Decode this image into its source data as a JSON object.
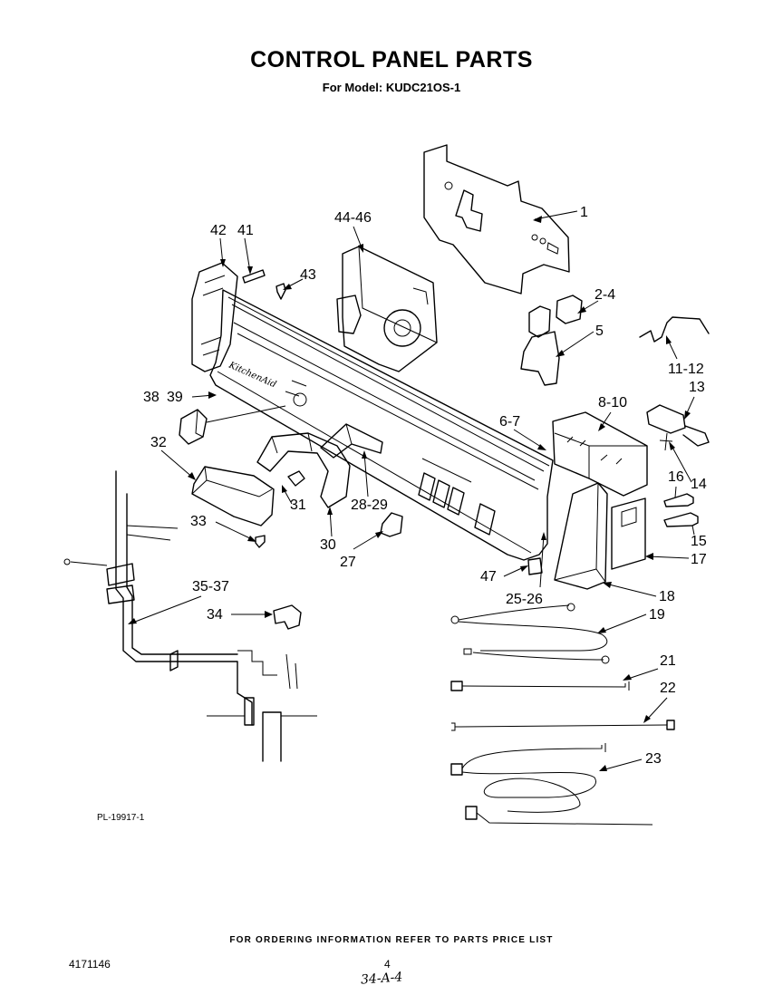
{
  "header": {
    "title": "CONTROL PANEL PARTS",
    "model": "For Model: KUDC21OS-1"
  },
  "footer": {
    "plate_number": "PL-19917-1",
    "ordering_note": "FOR ORDERING INFORMATION REFER TO PARTS PRICE LIST",
    "document_number": "4171146",
    "page_number": "4",
    "handwritten_note": "34-A-4"
  },
  "diagram": {
    "brand_mark": "KitchenAid",
    "callouts": [
      {
        "id": "c1",
        "label": "1"
      },
      {
        "id": "c2",
        "label": "2-4"
      },
      {
        "id": "c3",
        "label": "5"
      },
      {
        "id": "c4",
        "label": "11-12"
      },
      {
        "id": "c5",
        "label": "13"
      },
      {
        "id": "c6",
        "label": "8-10"
      },
      {
        "id": "c7",
        "label": "6-7"
      },
      {
        "id": "c8",
        "label": "14"
      },
      {
        "id": "c9",
        "label": "16"
      },
      {
        "id": "c10",
        "label": "15"
      },
      {
        "id": "c11",
        "label": "17"
      },
      {
        "id": "c12",
        "label": "18"
      },
      {
        "id": "c13",
        "label": "44-46"
      },
      {
        "id": "c14",
        "label": "42"
      },
      {
        "id": "c15",
        "label": "41"
      },
      {
        "id": "c16",
        "label": "43"
      },
      {
        "id": "c17",
        "label": "38"
      },
      {
        "id": "c18",
        "label": "39"
      },
      {
        "id": "c19",
        "label": "32"
      },
      {
        "id": "c20",
        "label": "31"
      },
      {
        "id": "c21",
        "label": "28-29"
      },
      {
        "id": "c22",
        "label": "30"
      },
      {
        "id": "c23",
        "label": "27"
      },
      {
        "id": "c24",
        "label": "33"
      },
      {
        "id": "c25",
        "label": "35-37"
      },
      {
        "id": "c26",
        "label": "34"
      },
      {
        "id": "c27",
        "label": "47"
      },
      {
        "id": "c28",
        "label": "25-26"
      },
      {
        "id": "c29",
        "label": "19"
      },
      {
        "id": "c30",
        "label": "21"
      },
      {
        "id": "c31",
        "label": "22"
      },
      {
        "id": "c32",
        "label": "23"
      }
    ]
  }
}
